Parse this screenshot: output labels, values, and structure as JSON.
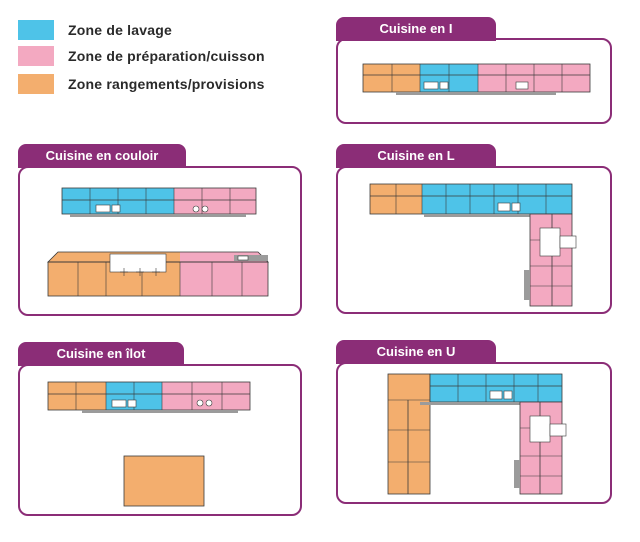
{
  "legend": {
    "washing": {
      "label": "Zone de lavage",
      "color": "#4ec3e8"
    },
    "prep": {
      "label": "Zone de préparation/cuisson",
      "color": "#f3a9c1"
    },
    "storage": {
      "label": "Zone rangements/provisions",
      "color": "#f3ae6e"
    }
  },
  "panels": {
    "i": {
      "title": "Cuisine en I"
    },
    "corridor": {
      "title": "Cuisine en couloir"
    },
    "l": {
      "title": "Cuisine en L"
    },
    "island": {
      "title": "Cuisine en îlot"
    },
    "u": {
      "title": "Cuisine en U"
    }
  },
  "colors": {
    "accent": "#8b2d77"
  }
}
